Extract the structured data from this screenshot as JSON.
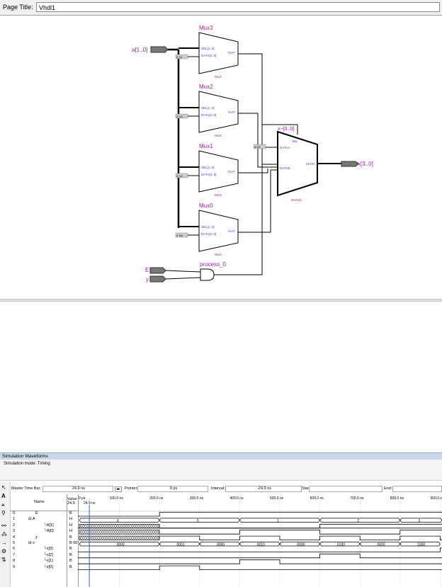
{
  "page_title_label": "Page Title:",
  "page_title_value": "Vhdl1",
  "schematic": {
    "inputs": {
      "a": "a[1..0]",
      "e": "E",
      "y": "y"
    },
    "output": "x[3..0]",
    "mux_names": [
      "Mux3",
      "Mux2",
      "Mux1",
      "Mux0"
    ],
    "mux_consts": [
      "4' h1",
      "4' h2",
      "4' h4",
      "4' h8"
    ],
    "mux0_const": "4' h0",
    "sel_label": "SEL[1..0]",
    "data_label": "DATA[3..0]",
    "out_label": "OUT",
    "mux_type": "MUX",
    "mux21_type": "MUX21",
    "mux21_x_label": "x~[3..0]",
    "dataa": "DATAA",
    "datab": "DATAB",
    "sel": "SEL",
    "out0": "OUT0",
    "process": "process_0"
  },
  "sim": {
    "panel_title": "Simulation Waveforms",
    "mode": "Simulation mode: Timing",
    "master_time_bar_label": "Master Time Bar:",
    "master_time_bar_value": "24.9 ns",
    "pointer_label": "Pointer:",
    "pointer_value": "0 ps",
    "interval_label": "Interval:",
    "interval_value": "-24.9 ns",
    "start_label": "Start:",
    "end_label": "End:",
    "col_name": "Name",
    "col_value": "Value\n24.9",
    "time_marks": [
      "0 ps",
      "100,0 ns",
      "200,0 ns",
      "300,0 ns",
      "400,0 ns",
      "500,0 ns",
      "600,0 ns",
      "700,0 ns",
      "800,0 ns",
      "900,0 ns"
    ],
    "cursor_label": "24.9 ns",
    "rows": [
      {
        "id": "0",
        "name": "E",
        "val": "B"
      },
      {
        "id": "1",
        "name": "A",
        "val": "H"
      },
      {
        "id": "2",
        "name": "A[1]",
        "val": "H"
      },
      {
        "id": "3",
        "name": "A[0]",
        "val": "H"
      },
      {
        "id": "4",
        "name": "y",
        "val": "B"
      },
      {
        "id": "5",
        "name": "x",
        "val": "B 00"
      },
      {
        "id": "6",
        "name": "x[3]",
        "val": "B"
      },
      {
        "id": "7",
        "name": "x[2]",
        "val": "B"
      },
      {
        "id": "8",
        "name": "x[1]",
        "val": "B"
      },
      {
        "id": "9",
        "name": "x[0]",
        "val": "B"
      }
    ],
    "a_bus_values": [
      "X",
      "0",
      "1",
      "2",
      "3"
    ],
    "x_bus_values": [
      "0000",
      "0001",
      "0000",
      "0010",
      "0000",
      "0100",
      "0000",
      "1000"
    ]
  }
}
